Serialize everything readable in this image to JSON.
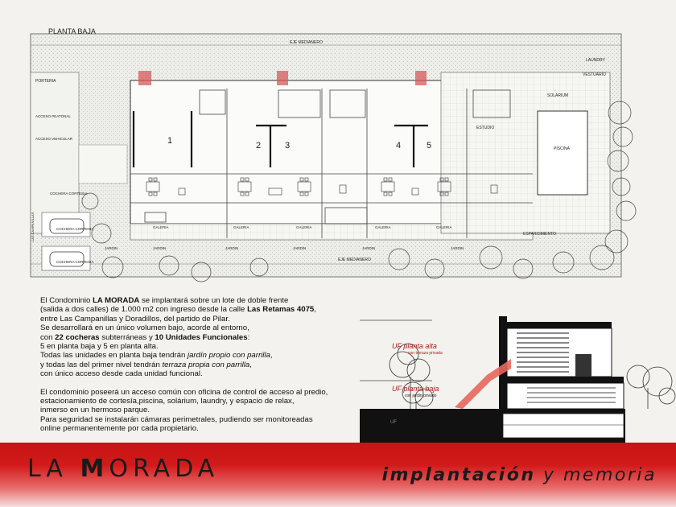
{
  "plan": {
    "title": "PLANTA BAJA",
    "medianero_top": "EJE MEDIANERO",
    "medianero_bottom": "EJE MEDIANERO",
    "porteria": "PORTERIA",
    "acceso_peatonal": "ACCESO PEATONAL",
    "acceso_vehicular": "ACCESO VEHICULAR",
    "cochera_cortesia": "COCHERA CORTESIA",
    "cochera_cortesia_2": "COCHERA CORTESIA",
    "cochera_cortesia_3": "COCHERA CORTESIA",
    "laundry": "LAUNDRY",
    "vestuario": "VESTUARIO",
    "solarium": "SOLARIUM",
    "estudio": "ESTUDIO",
    "piscina": "PISCINA",
    "esparcimiento": "ESPARCIMIENTO",
    "calle_lateral": "LAS CAMPANILLAS",
    "units": [
      "1",
      "2",
      "3",
      "4",
      "5"
    ],
    "galerias": [
      "GALERIA",
      "GALERIA",
      "GALERIA",
      "GALERIA",
      "GALERIA"
    ],
    "jardines": [
      "JARDIN",
      "JARDIN",
      "JARDIN",
      "JARDIN",
      "JARDIN",
      "JARDIN"
    ]
  },
  "memo": {
    "l1_pre": "El Condominio ",
    "l1_brand": "LA MORADA",
    "l1_post": " se implantará  sobre un lote de doble frente",
    "l2_pre": "(salida a dos calles) de 1.000 m2 con ingreso desde la calle ",
    "l2_bold": "Las Retamas 4075",
    "l2_post": ",",
    "l3": "entre Las Campanillas y Doradillos, del  partido de Pilar.",
    "l4": "Se desarrollará en un único volumen bajo, acorde al entorno,",
    "l5_pre": "con ",
    "l5_bold1": "22 cocheras",
    "l5_mid": "  subterráneas   y ",
    "l5_bold2": "10 Unidades Funcionales",
    "l5_post": ":",
    "l6": "5 en planta baja y 5 en planta alta.",
    "l7_pre": "Todas las unidades en planta baja tendrán ",
    "l7_ital": "jardín propio con parrilla",
    "l7_post": ",",
    "l8_pre": " y todas las del primer nivel tendrán ",
    "l8_ital": "terraza propia con parrilla",
    "l8_post": ",",
    "l9": " con único acceso desde cada unidad funcional.",
    "l10": "El condominio poseerá un acceso común con oficina de control de acceso al  predio,",
    "l11": "estacionamiento de cortesía,piscina, solárium, laundry, y espacio de relax,",
    "l12": "inmerso en un hermoso parque.",
    "l13": "Para seguridad se instalarán cámaras perimetrales, pudiendo ser monitoreadas",
    "l14": "online permanentemente por cada propietario."
  },
  "section": {
    "uf_alta": "UF planta alta",
    "uf_alta_sub": "con terraza privada",
    "uf_baja": "UF planta baja",
    "uf_baja_sub": "con jardin privado",
    "uf_sub": "UF"
  },
  "footer": {
    "brand_l": "LA ",
    "brand_m": "M",
    "brand_r": "ORADA",
    "tag_bold": "implantación",
    "tag_rest": " y memoria"
  },
  "colors": {
    "accent": "#d21a1a",
    "ink": "#1a1a1a",
    "paper": "#f4f2ee"
  }
}
